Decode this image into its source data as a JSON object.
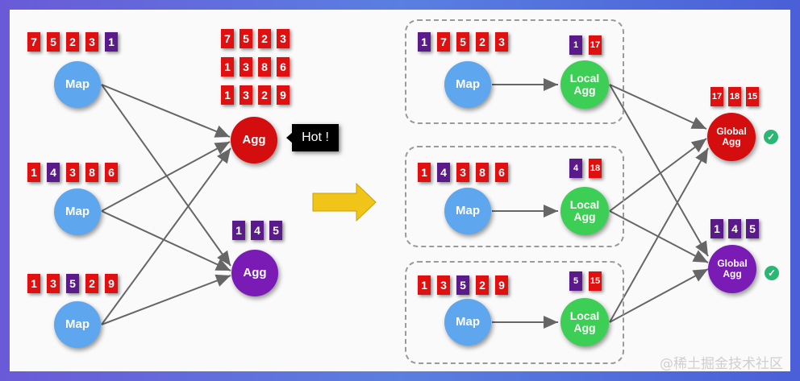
{
  "left": {
    "maps": [
      {
        "label": "Map",
        "cells": [
          [
            "7",
            "red"
          ],
          [
            "5",
            "red"
          ],
          [
            "2",
            "red"
          ],
          [
            "3",
            "red"
          ],
          [
            "1",
            "purple"
          ]
        ]
      },
      {
        "label": "Map",
        "cells": [
          [
            "1",
            "red"
          ],
          [
            "4",
            "purple"
          ],
          [
            "3",
            "red"
          ],
          [
            "8",
            "red"
          ],
          [
            "6",
            "red"
          ]
        ]
      },
      {
        "label": "Map",
        "cells": [
          [
            "1",
            "red"
          ],
          [
            "3",
            "red"
          ],
          [
            "5",
            "purple"
          ],
          [
            "2",
            "red"
          ],
          [
            "9",
            "red"
          ]
        ]
      }
    ],
    "agg_hot": {
      "label": "Agg",
      "grid": [
        [
          "7",
          "5",
          "2",
          "3"
        ],
        [
          "1",
          "3",
          "8",
          "6"
        ],
        [
          "1",
          "3",
          "2",
          "9"
        ]
      ]
    },
    "agg_cool": {
      "label": "Agg",
      "cells": [
        "1",
        "4",
        "5"
      ]
    },
    "hot_label": "Hot !"
  },
  "right": {
    "groups": [
      {
        "map_label": "Map",
        "cells": [
          [
            "1",
            "purple"
          ],
          [
            "7",
            "red"
          ],
          [
            "5",
            "red"
          ],
          [
            "2",
            "red"
          ],
          [
            "3",
            "red"
          ]
        ],
        "local_label": "Local Agg",
        "local_cells": [
          [
            "1",
            "purple"
          ],
          [
            "17",
            "red"
          ]
        ]
      },
      {
        "map_label": "Map",
        "cells": [
          [
            "1",
            "red"
          ],
          [
            "4",
            "purple"
          ],
          [
            "3",
            "red"
          ],
          [
            "8",
            "red"
          ],
          [
            "6",
            "red"
          ]
        ],
        "local_label": "Local Agg",
        "local_cells": [
          [
            "4",
            "purple"
          ],
          [
            "18",
            "red"
          ]
        ]
      },
      {
        "map_label": "Map",
        "cells": [
          [
            "1",
            "red"
          ],
          [
            "3",
            "red"
          ],
          [
            "5",
            "purple"
          ],
          [
            "2",
            "red"
          ],
          [
            "9",
            "red"
          ]
        ],
        "local_label": "Local Agg",
        "local_cells": [
          [
            "5",
            "purple"
          ],
          [
            "15",
            "red"
          ]
        ]
      }
    ],
    "global_hot": {
      "label": "Global Agg",
      "cells": [
        "17",
        "18",
        "15"
      ]
    },
    "global_cool": {
      "label": "Global Agg",
      "cells": [
        "1",
        "4",
        "5"
      ]
    }
  },
  "colors": {
    "red": "#e01010",
    "purple": "#5b1a8a",
    "map": "#5ea6ee",
    "local": "#3dcf55",
    "arrow": "#f0c419",
    "check": "#2bb673"
  },
  "icons": {
    "check": "check-circle-icon",
    "arrow": "right-arrow-icon"
  },
  "watermark": "@稀土掘金技术社区"
}
